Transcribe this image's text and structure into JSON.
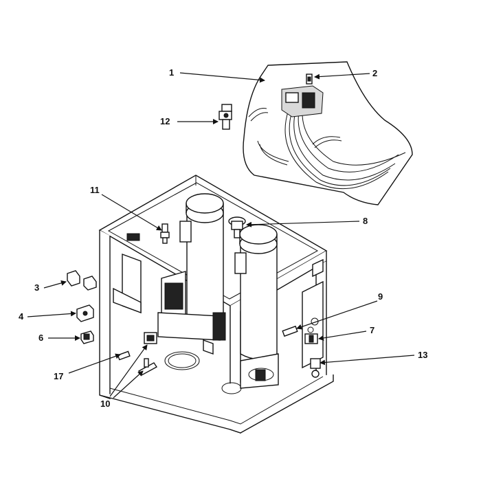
{
  "callouts": [
    {
      "id": "c1",
      "label": "1"
    },
    {
      "id": "c2",
      "label": "2"
    },
    {
      "id": "c3",
      "label": "3"
    },
    {
      "id": "c4",
      "label": "4"
    },
    {
      "id": "c6",
      "label": "6"
    },
    {
      "id": "c7",
      "label": "7"
    },
    {
      "id": "c8",
      "label": "8"
    },
    {
      "id": "c9",
      "label": "9"
    },
    {
      "id": "c10",
      "label": "10"
    },
    {
      "id": "c11",
      "label": "11"
    },
    {
      "id": "c12",
      "label": "12"
    },
    {
      "id": "c13",
      "label": "13"
    },
    {
      "id": "c17",
      "label": "17"
    }
  ]
}
